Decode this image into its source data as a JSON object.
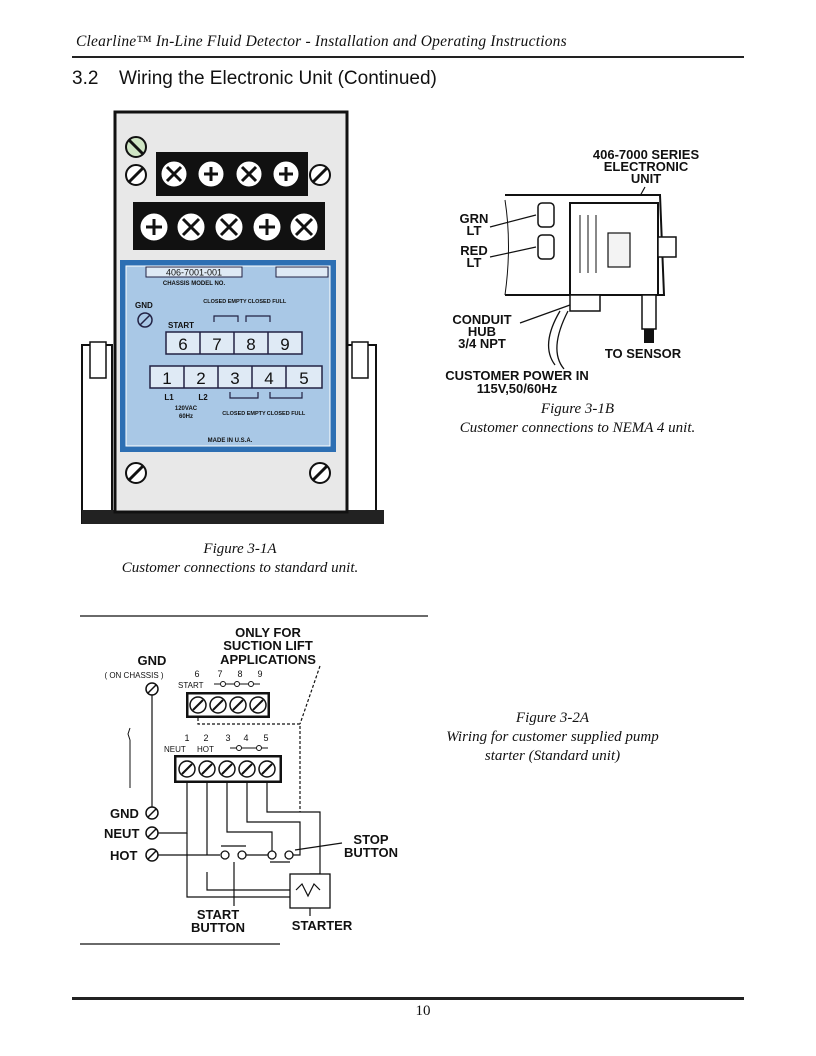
{
  "header": {
    "running_title": "Clearline™ In-Line Fluid Detector - Installation and Operating Instructions"
  },
  "section": {
    "number": "3.2",
    "title": "Wiring the Electronic Unit (Continued)"
  },
  "fig1a": {
    "caption_line1": "Figure   3-1A",
    "caption_line2": "Customer connections to standard unit.",
    "model_no": "406-7001-001",
    "model_label": "CHASSIS MODEL NO.",
    "gnd": "GND",
    "closed_empty": "CLOSED EMPTY",
    "closed_full": "CLOSED FULL",
    "start": "START",
    "terminals_top": [
      "6",
      "7",
      "8",
      "9"
    ],
    "terminals_bottom": [
      "1",
      "2",
      "3",
      "4",
      "5"
    ],
    "l1": "L1",
    "l2": "L2",
    "vac": "120VAC",
    "hz": "60Hz",
    "made_in": "MADE IN U.S.A."
  },
  "fig1b": {
    "caption_line1": "Figure  3-1B",
    "caption_line2": "Customer connections to NEMA 4 unit.",
    "series_l1": "406-7000 SERIES",
    "series_l2": "ELECTRONIC",
    "series_l3": "UNIT",
    "grn_l1": "GRN",
    "grn_l2": "LT",
    "red_l1": "RED",
    "red_l2": "LT",
    "conduit_l1": "CONDUIT",
    "conduit_l2": "HUB",
    "conduit_l3": "3/4 NPT",
    "to_sensor": "TO SENSOR",
    "power_l1": "CUSTOMER POWER IN",
    "power_l2": "115V,50/60Hz"
  },
  "fig2a": {
    "caption_line1": "Figure 3-2A",
    "caption_line2": "Wiring for customer supplied pump",
    "caption_line3": "starter (Standard unit)",
    "only_l1": "ONLY FOR",
    "only_l2": "SUCTION LIFT",
    "only_l3": "APPLICATIONS",
    "gnd_top": "GND",
    "on_chassis": "( ON CHASSIS )",
    "top_nums": [
      "6",
      "7",
      "8",
      "9"
    ],
    "start_small": "START",
    "bot_nums": [
      "1",
      "2",
      "3",
      "4",
      "5"
    ],
    "neut_small": "NEUT",
    "hot_small": "HOT",
    "gnd": "GND",
    "neut": "NEUT",
    "hot": "HOT",
    "stop_l1": "STOP",
    "stop_l2": "BUTTON",
    "start_l1": "START",
    "start_l2": "BUTTON",
    "starter": "STARTER"
  },
  "footer": {
    "page_number": "10"
  }
}
